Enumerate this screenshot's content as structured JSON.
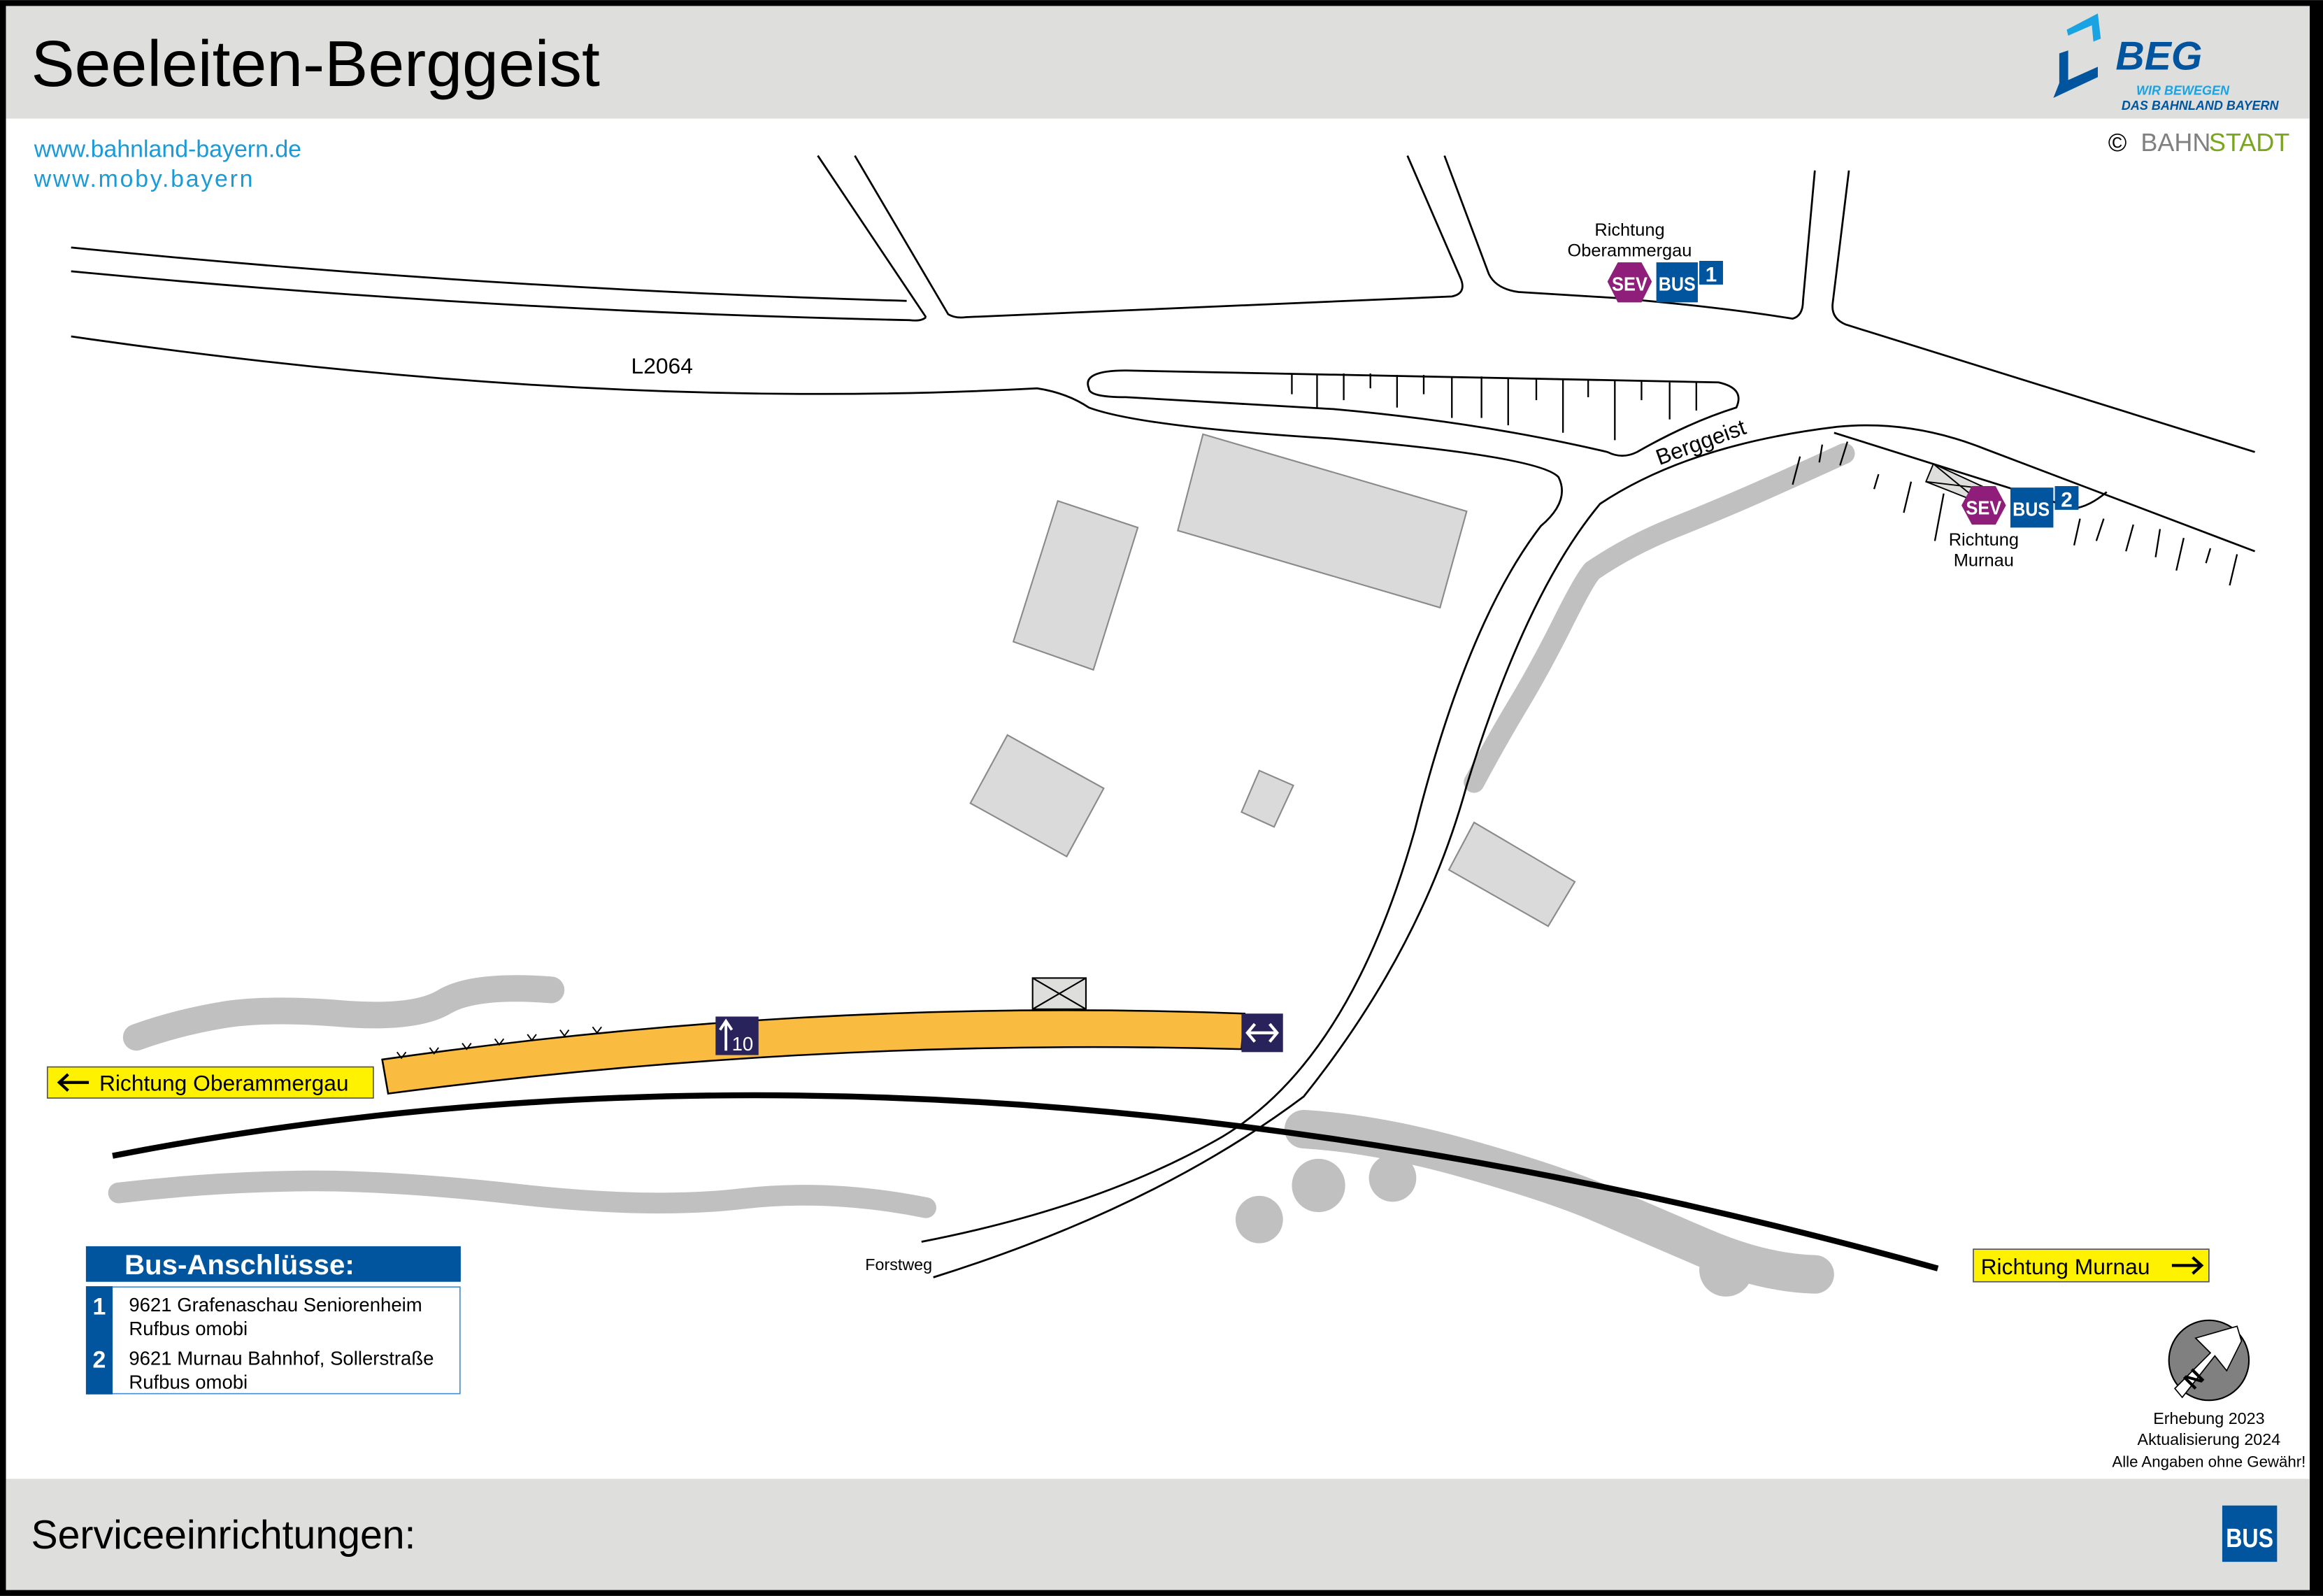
{
  "header": {
    "title": "Seeleiten-Berggeist",
    "logo": {
      "brand": "BEG",
      "slogan_line1": "WIR BEWEGEN",
      "slogan_line2": "DAS BAHNLAND BAYERN"
    },
    "copyright": {
      "symbol": "©",
      "part1": "BAHN",
      "part2": "STADT"
    }
  },
  "links": [
    "www.bahnland-bayern.de",
    "www.moby.bayern"
  ],
  "map": {
    "roads": {
      "l2064": "L2064",
      "berggeist": "Berggeist",
      "forstweg": "Forstweg"
    },
    "stops": [
      {
        "direction_label": "Richtung",
        "destination": "Oberammergau",
        "sev": "SEV",
        "bus": "BUS",
        "number": "1"
      },
      {
        "direction_label": "Richtung",
        "destination": "Murnau",
        "sev": "SEV",
        "bus": "BUS",
        "number": "2"
      }
    ],
    "platform": {
      "exit_sign": "10"
    },
    "directions": {
      "left": "Richtung Oberammergau",
      "right": "Richtung Murnau"
    }
  },
  "legend": {
    "title": "Bus-Anschlüsse:",
    "items": [
      {
        "number": "1",
        "line1": "9621 Grafenaschau Seniorenheim",
        "line2": "Rufbus omobi"
      },
      {
        "number": "2",
        "line1": "9621 Murnau Bahnhof, Sollerstraße",
        "line2": "Rufbus omobi"
      }
    ]
  },
  "credits": {
    "survey": "Erhebung 2023",
    "update": "Aktualisierung 2024",
    "disclaimer": "Alle Angaben ohne Gewähr!",
    "north": "N"
  },
  "footer": {
    "label": "Serviceeinrichtungen:",
    "service_icons": [
      {
        "name": "bus",
        "label": "BUS"
      }
    ]
  },
  "colors": {
    "header_bg": "#dededd",
    "brand_blue": "#00559e",
    "link_blue": "#1a9ad6",
    "sev_purple": "#8e1e7a",
    "platform": "#f9bc41",
    "sign_navy": "#29235c",
    "direction_yellow": "#fff200",
    "tree_gray": "#c0c0c0",
    "bahnstadt_green": "#7aa51f"
  }
}
